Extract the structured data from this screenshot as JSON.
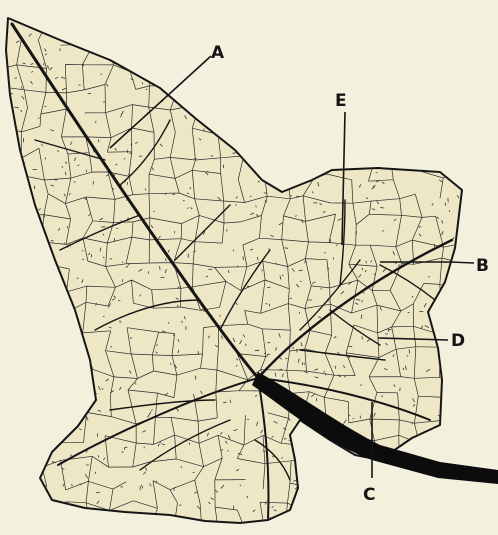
{
  "figure": {
    "background": "#f3f0dd",
    "leaf_fill": "#ede7c6",
    "ink": "#151515",
    "labels": {
      "a": "A",
      "b": "B",
      "c": "C",
      "d": "D",
      "e": "E"
    }
  }
}
